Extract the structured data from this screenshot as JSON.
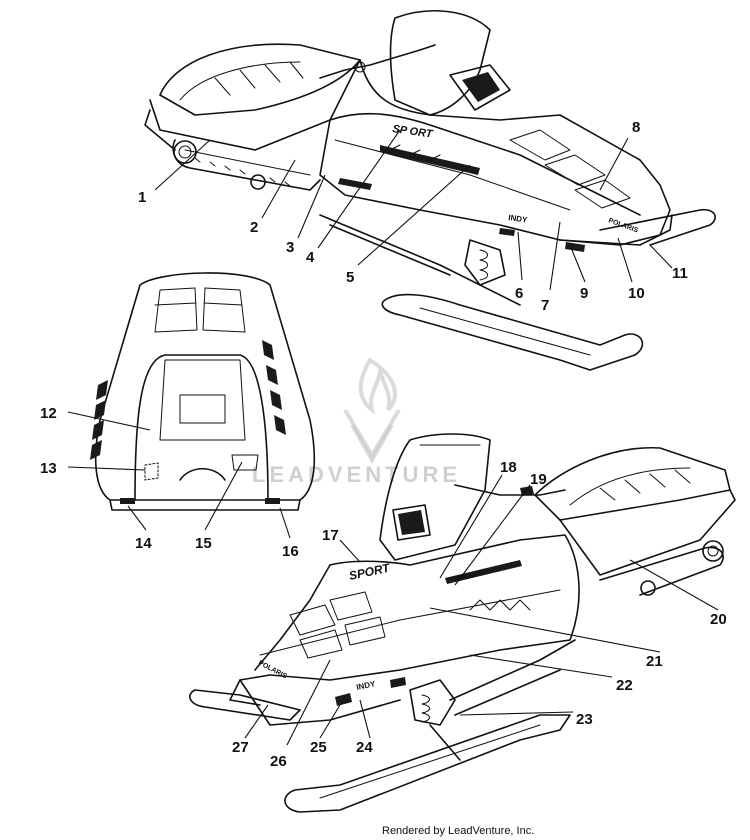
{
  "callouts": [
    "1",
    "2",
    "3",
    "4",
    "5",
    "6",
    "7",
    "8",
    "9",
    "10",
    "11",
    "12",
    "13",
    "14",
    "15",
    "16",
    "17",
    "18",
    "19",
    "20",
    "21",
    "22",
    "23",
    "24",
    "25",
    "26",
    "27"
  ],
  "decals": {
    "hood_brand_front": "POLARIS",
    "hood_brand_rear": "POLARIS",
    "side_model_top": "SP ORT",
    "side_model_bottom": "SPORT",
    "side_badge_top": "INDY",
    "side_badge_bottom": "INDY"
  },
  "watermark": {
    "text": "LEADVENTURE"
  },
  "credit": "Rendered by LeadVenture, Inc."
}
